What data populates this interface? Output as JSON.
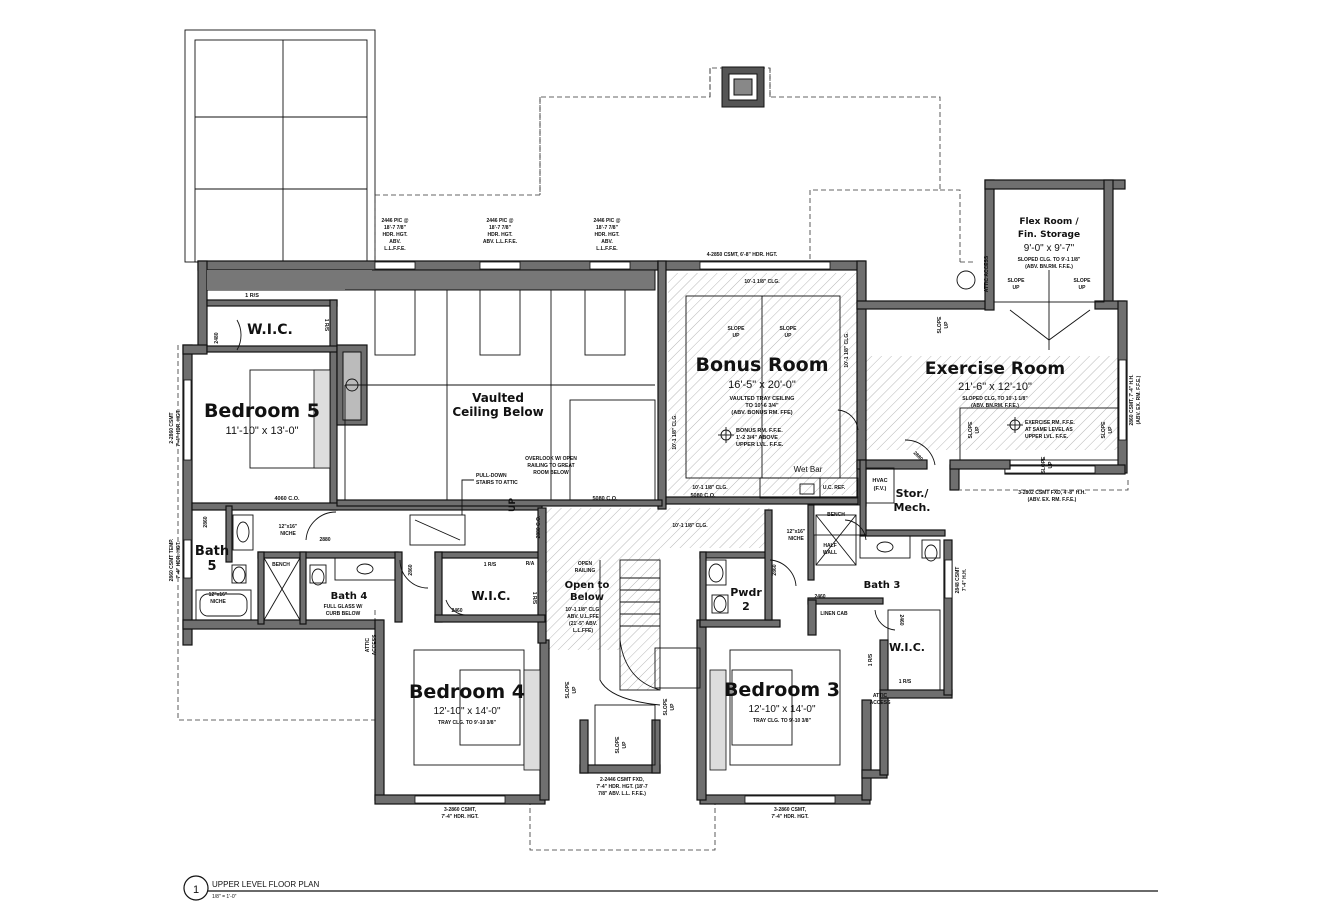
{
  "rooms": {
    "bedroom5": {
      "name": "Bedroom 5",
      "dims": "11'-10\" x 13'-0\""
    },
    "wic5": {
      "name": "W.I.C."
    },
    "bath5": {
      "name": "Bath",
      "number": "5"
    },
    "vaulted": {
      "line1": "Vaulted",
      "line2": "Ceiling Below"
    },
    "bonus": {
      "name": "Bonus Room",
      "dims": "16'-5\" x 20'-0\"",
      "ceiling1": "VAULTED TRAY CEILING",
      "ceiling2": "TO 10'-6 3/4\"",
      "ceiling3": "(ABV. BONUS RM. FFE)",
      "ffe1": "BONUS RM. F.F.E.",
      "ffe2": "1'-2 3/4\" ABOVE",
      "ffe3": "UPPER LVL. F.F.E.",
      "wetbar": "Wet Bar"
    },
    "flex": {
      "line1": "Flex Room /",
      "line2": "Fin. Storage",
      "dims": "9'-0\" x 9'-7\"",
      "note1": "SLOPED CLG. TO 9'-1 1/8\"",
      "note2": "(ABV. BN.RM. F.F.E.)"
    },
    "exercise": {
      "name": "Exercise Room",
      "dims": "21'-6\" x 12'-10\"",
      "note1": "SLOPED CLG. TO 10'-1 1/8\"",
      "note2": "(ABV. BN.RM. F.F.E.)",
      "ffe1": "EXERCISE RM. F.F.E.",
      "ffe2": "AT SAME LEVEL AS",
      "ffe3": "UPPER LVL. F.F.E."
    },
    "stor": {
      "line1": "Stor./",
      "line2": "Mech.",
      "hvac1": "HVAC",
      "hvac2": "(F.V.)"
    },
    "bath4": {
      "name": "Bath 4",
      "bench": "BENCH",
      "glass1": "FULL GLASS W/",
      "glass2": "CURB BELOW"
    },
    "wic4": {
      "name": "W.I.C."
    },
    "open": {
      "line1": "Open to",
      "line2": "Below",
      "railing1": "OPEN",
      "railing2": "RAILING",
      "clg1": "10'-1 1/8\" CLG.",
      "clg2": "ABV. U.L.FFE",
      "clg3": "(21'-5\" ABV.",
      "clg4": "L.L.FFE)"
    },
    "pwdr": {
      "name": "Pwdr",
      "number": "2"
    },
    "bath3": {
      "name": "Bath 3",
      "bench": "BENCH",
      "halfwall1": "HALF",
      "halfwall2": "WALL",
      "linen": "LINEN CAB"
    },
    "wic3": {
      "name": "W.I.C."
    },
    "bedroom4": {
      "name": "Bedroom 4",
      "dims": "12'-10\" x 14'-0\"",
      "ceiling": "TRAY CLG. TO 9'-10 3/8\""
    },
    "bedroom3": {
      "name": "Bedroom 3",
      "dims": "12'-10\" x 14'-0\"",
      "ceiling": "TRAY CLG. TO 9'-10 3/8\""
    }
  },
  "notes": {
    "pic1": [
      "2446 PIC @",
      "18'-7 7/8\"",
      "HDR. HGT.",
      "ABV.",
      "L.L.F.F.E."
    ],
    "pic2": [
      "2446 PIC @",
      "18'-7 7/8\"",
      "HDR. HGT.",
      "ABV. L.L.F.F.E."
    ],
    "pic3": [
      "2446 PIC @",
      "18'-7 7/8\"",
      "HDR. HGT.",
      "ABV.",
      "L.L.F.F.E."
    ],
    "csmt_top": "4-2850 CSMT, 6'-8\" HDR. HGT.",
    "rs1": "1 R/S",
    "rs_side": "1 R/S",
    "door2480": "2480",
    "left_win1": [
      "2-2860 CSMT",
      "7'-4\" HDR. HGT."
    ],
    "left_win2": [
      "2860 CSMT TEMP.",
      "7'-4\" HDR. HGT."
    ],
    "overlook": [
      "OVERLOOK W/ OPEN",
      "RAILING TO GREAT",
      "ROOM BELOW"
    ],
    "pulldown": [
      "PULL-DOWN",
      "STAIRS TO ATTIC"
    ],
    "co4060": "4060 C.O.",
    "co5080a": "5080 C.O.",
    "co5080b": "5080 C.O.",
    "clg_bonus_top": "10'-1 1/8\" CLG.",
    "clg_bonus_left": "10'-1 1/8\" CLG.",
    "clg_bonus_right": "10'-1 1/8\" CLG.",
    "clg_bonus_bottom": "10'-1 1/8\" CLG.",
    "clg_hall": "10'-1 1/8\" CLG.",
    "uc_ref": "U.C. REF.",
    "niche1": [
      "12\"x16\"",
      "NICHE"
    ],
    "niche2": [
      "12\"x16\"",
      "NICHE"
    ],
    "niche3": [
      "12\"x16\"",
      "NICHE"
    ],
    "door2880": "2880",
    "door2860a": "2860",
    "door2860b": "2860",
    "door2860c": "2860",
    "door2460a": "2460",
    "door2460b": "2460",
    "door2460c": "2460",
    "door2880b": "2880",
    "door2880c": "2880 C.O.",
    "rs_bed4": "1 R/S",
    "rs_wic4": "1 R/S",
    "ra": "R/A",
    "attic1": [
      "ATTIC",
      "ACCESS"
    ],
    "attic2": [
      "ATTIC",
      "ACCESS"
    ],
    "attic3": [
      "ATTIC ACCESS"
    ],
    "exercise_win": [
      "3-2802 CSMT FXD, 4'-8\" H.H.",
      "(ABV. EX. RM. F.F.E.)"
    ],
    "exercise_win_side": [
      "2860 CSMT, 7'-4\" H.H.",
      "(ABV. EX. RM. F.F.E.)"
    ],
    "right_win": [
      "2848 CSMT",
      "7'-4\" H.H."
    ],
    "bed4_win": [
      "3-2860 CSMT,",
      "7'-4\" HDR. HGT."
    ],
    "bed3_win": [
      "3-2860 CSMT,",
      "7'-4\" HDR. HGT."
    ],
    "stair_win": [
      "2-2446 CSMT FXD,",
      "7'-4\" HDR. HGT. (18'-7",
      "7/8\" ABV. L.L. F.F.E.)"
    ],
    "rs_wic3": "1 R/S",
    "rs_wic3b": "1 R/S",
    "slope_up": [
      "SLOPE",
      "UP"
    ],
    "up": "UP"
  },
  "title_block": {
    "number": "1",
    "title": "UPPER LEVEL FLOOR PLAN",
    "scale": "1/8\" = 1'-0\""
  }
}
